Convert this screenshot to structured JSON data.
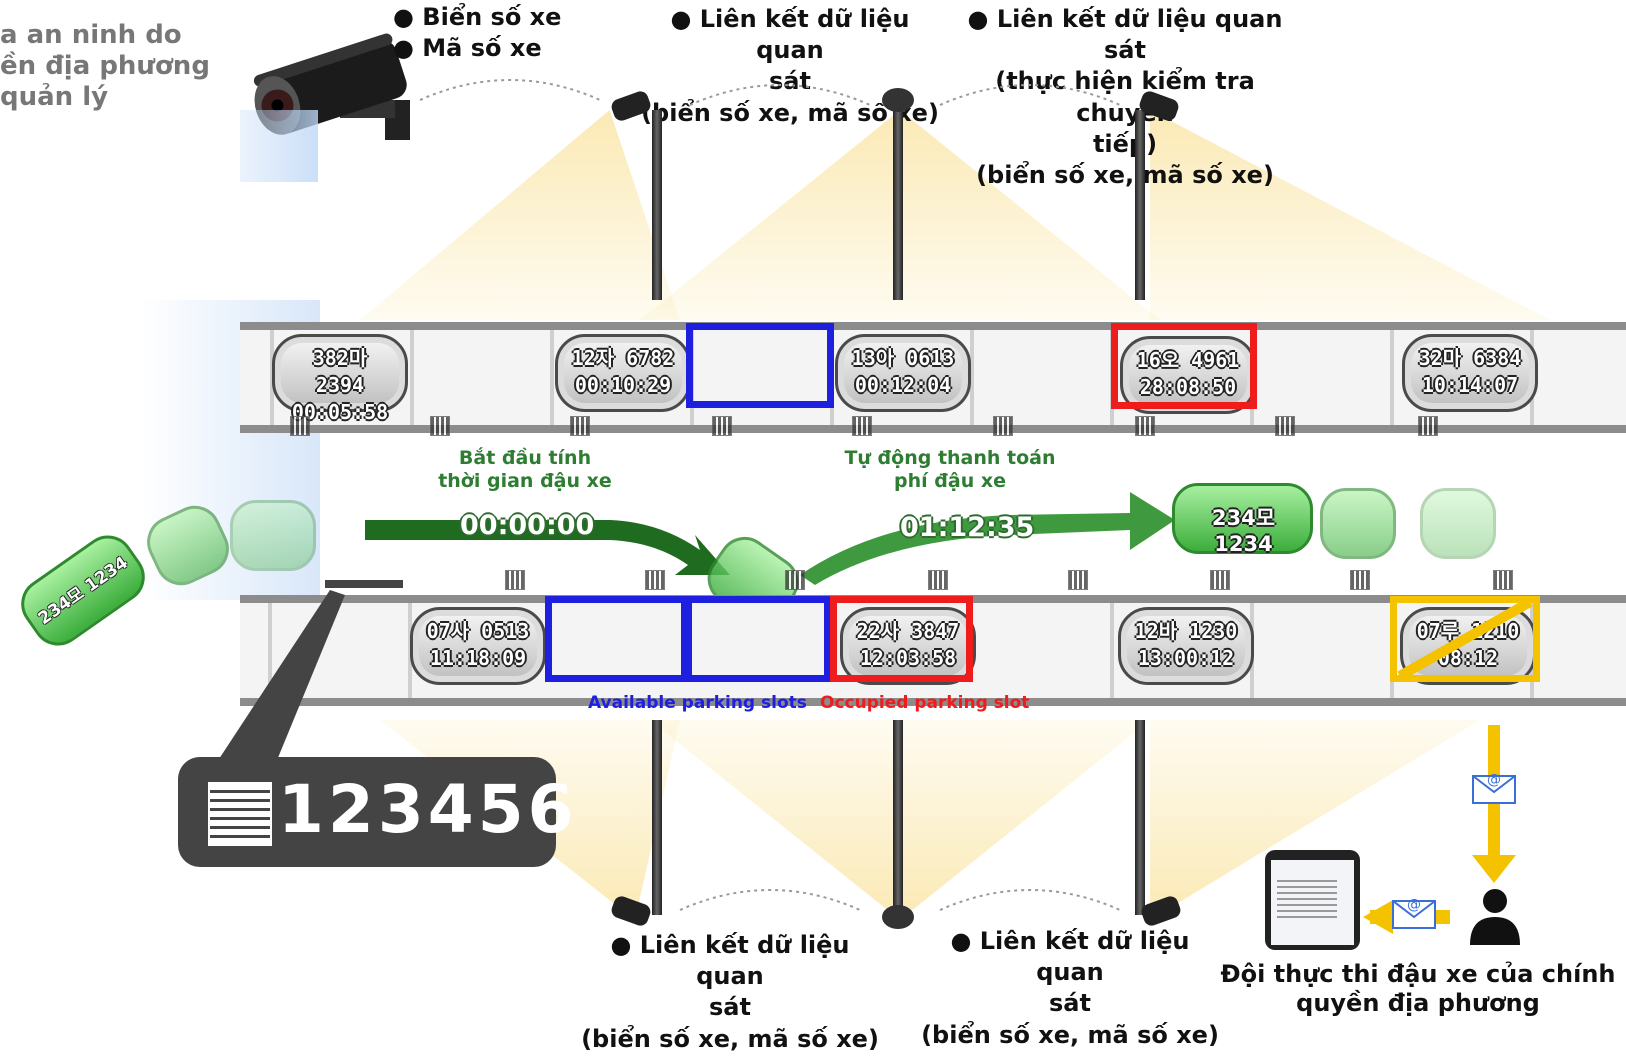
{
  "top_left_partial": {
    "line1": "a an ninh do",
    "line2": "ền địa phương",
    "line3": "quản lý"
  },
  "camera_label": {
    "line1": "● Biển số xe",
    "line2": "● Mã số xe"
  },
  "top_center_label": {
    "line1": "● Liên kết dữ liệu quan",
    "line2": "sát",
    "line3": "(biển số xe, mã số xe)"
  },
  "top_right_label": {
    "line1": "● Liên kết dữ liệu quan sát",
    "line2": "(thực hiện kiểm tra chuyển",
    "line3": "tiếp)",
    "line4": "(biển số xe, mã số xe)"
  },
  "top_row_cars": [
    {
      "plate": "382마 2394",
      "time": "00:05:58"
    },
    {
      "plate": "12자 6782",
      "time": "00:10:29"
    },
    {
      "plate": "13아 0613",
      "time": "00:12:04"
    },
    {
      "plate": "16오 4961",
      "time": "28:08:50"
    },
    {
      "plate": "32마 6384",
      "time": "10:14:07"
    }
  ],
  "bottom_row_cars": [
    {
      "plate": "07사 0513",
      "time": "11:18:09"
    },
    {
      "plate": "22사 3847",
      "time": "12:03:58"
    },
    {
      "plate": "12바 1230",
      "time": "13:00:12"
    },
    {
      "plate": "07루 1210",
      "time": "08:12"
    }
  ],
  "flow": {
    "start_label_1": "Bắt đầu tính",
    "start_label_2": "thời gian đậu xe",
    "start_timer": "00:00:00",
    "pay_label_1": "Tự động thanh toán",
    "pay_label_2": "phí đậu xe",
    "pay_timer": "01:12:35",
    "moving_plate": "234모 1234",
    "entering_plate": "234모 1234"
  },
  "legend": {
    "available": "Available parking slots",
    "occupied": "Occupied parking slot"
  },
  "slot_code": "123456",
  "bottom_left_label": {
    "line1": "● Liên kết dữ liệu quan",
    "line2": "sát",
    "line3": "(biển số xe, mã số xe)"
  },
  "bottom_center_label": {
    "line1": "● Liên kết dữ liệu quan",
    "line2": "sát",
    "line3": "(biển số xe, mã số xe)"
  },
  "enforcement_label": {
    "line1": "Đội thực thi đậu xe của chính",
    "line2": "quyền địa phương"
  },
  "colors": {
    "available": "#1f1fe0",
    "occupied": "#ee1c1c",
    "violation": "#f5c200",
    "flow_green": "#2e7d32"
  },
  "icons": [
    "cctv-camera-icon",
    "street-camera-pole-icon",
    "email-icon",
    "smartphone-icon",
    "person-icon",
    "qr-code-icon"
  ]
}
